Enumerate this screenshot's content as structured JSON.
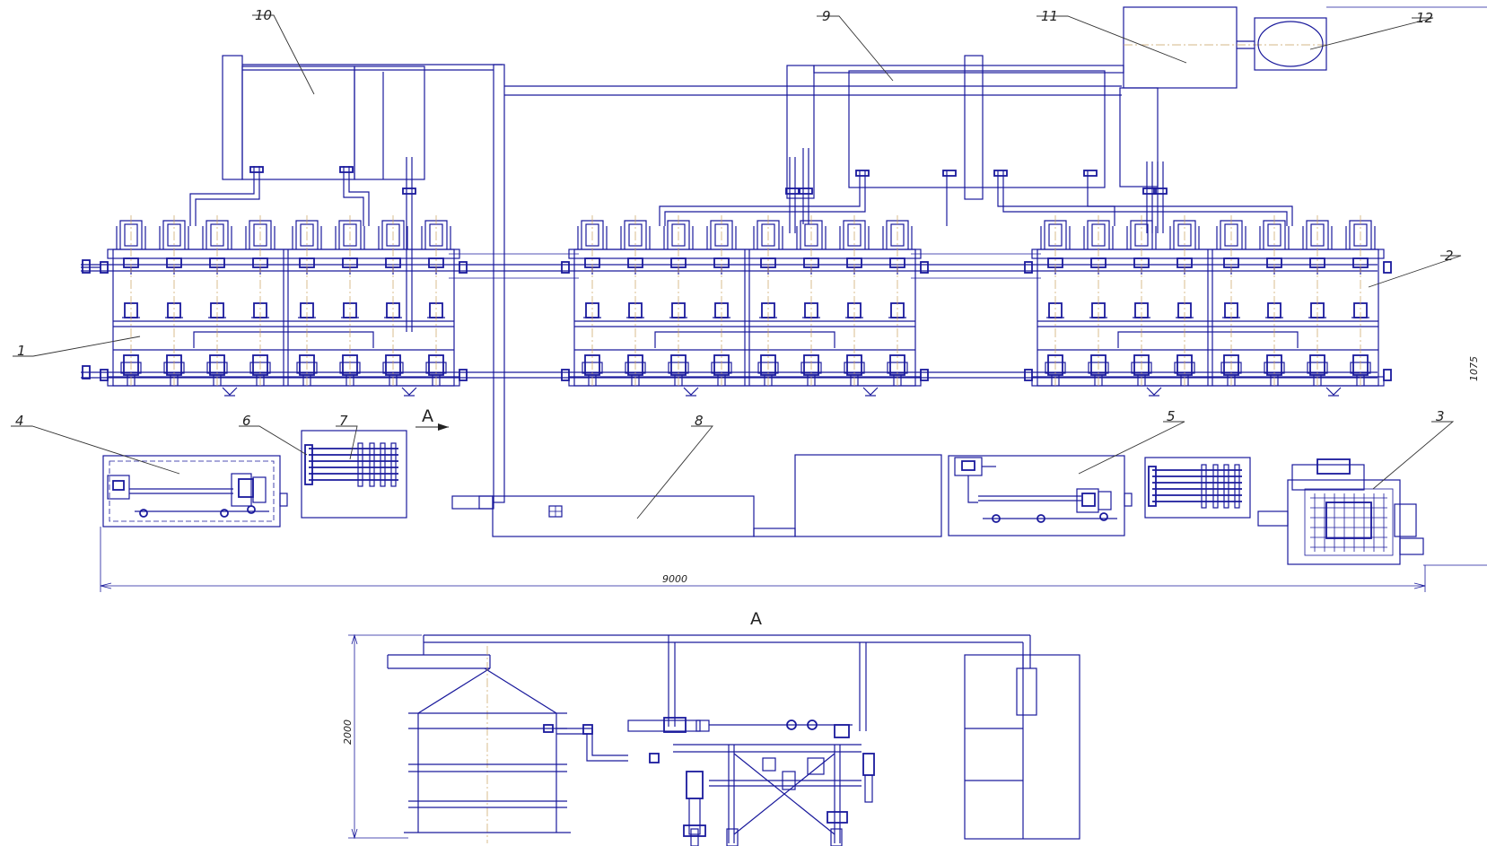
{
  "callouts": [
    {
      "id": "1",
      "text": "1"
    },
    {
      "id": "2",
      "text": "2"
    },
    {
      "id": "3",
      "text": "3"
    },
    {
      "id": "4",
      "text": "4"
    },
    {
      "id": "5",
      "text": "5"
    },
    {
      "id": "6",
      "text": "6"
    },
    {
      "id": "7",
      "text": "7"
    },
    {
      "id": "8",
      "text": "8"
    },
    {
      "id": "9",
      "text": "9"
    },
    {
      "id": "10",
      "text": "10"
    },
    {
      "id": "11",
      "text": "11"
    },
    {
      "id": "12",
      "text": "12"
    }
  ],
  "view_marker": "A",
  "section_title": "A",
  "dimensions": {
    "overall_length": "9000",
    "height": "2000",
    "side_dim": "1075"
  },
  "colors": {
    "drawing_lines": "#1a1a9c",
    "centerlines": "#c8a060",
    "annotations": "#222222",
    "background": "#ffffff"
  }
}
